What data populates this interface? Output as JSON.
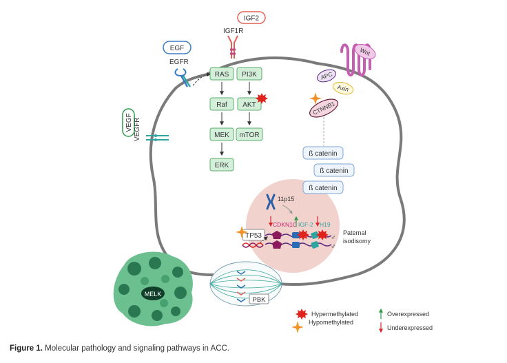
{
  "caption": {
    "label": "Figure 1.",
    "text": "Molecular pathology and signaling pathways in ACC."
  },
  "ligands": {
    "egf": "EGF",
    "igf2": "IGF2",
    "vegf": "VEGF",
    "wnt": "Wnt"
  },
  "receptors": {
    "egfr": "EGFR",
    "igf1r": "IGF1R",
    "vegfr": "VEGFR"
  },
  "pathway_ras": [
    "RAS",
    "Raf",
    "MEK",
    "ERK"
  ],
  "pathway_pi3k": [
    "PI3K",
    "AKT",
    "mTOR"
  ],
  "wnt_complex": {
    "apc": "APC",
    "axin": "Axin",
    "ctnnb1": "CTNNB1"
  },
  "beta_catenin": [
    "ß catenin",
    "ß catenin",
    "ß catenin"
  ],
  "nucleus": {
    "chromosome": "11p15",
    "genes": [
      "CDKN1C",
      "IGF-2",
      "H19"
    ],
    "tp53": "TP53",
    "paternal": "Paternal",
    "isodisomy": "isodisomy"
  },
  "melk": "MELK",
  "pbk": "PBK",
  "legend": {
    "hypermethylated": "Hypermethylated",
    "hypomethylated": "Hypomethylated",
    "overexpressed": "Overexpressed",
    "underexpressed": "Underexpressed"
  },
  "colors": {
    "membrane": "#7a7a7a",
    "pathway_fill": "#d4efd9",
    "pathway_stroke": "#5aae6c",
    "catenin_stroke": "#7fa6d6",
    "nucleus_fill": "#f1d2cc",
    "wnt": "#c55fb0",
    "tumor": "#5fb882",
    "star_red": "#e0231c",
    "star_orange": "#f39226",
    "up_green": "#2e9a4a",
    "down_red": "#d6282b"
  }
}
